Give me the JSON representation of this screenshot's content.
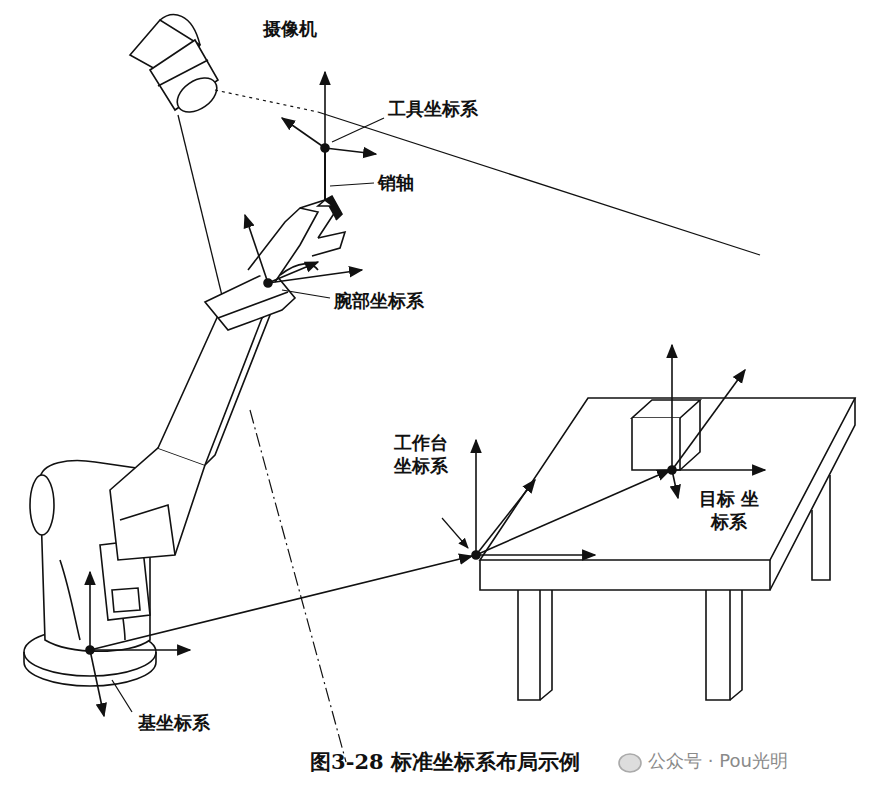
{
  "diagram": {
    "caption": "图3-28 标准坐标系布局示例",
    "labels": [
      "摄像机",
      "工具坐标系",
      "销轴",
      "腕部坐标系",
      "工作台 坐标系",
      "目标 坐标系",
      "基坐标系",
      "公众号 · Pou光明"
    ]
  }
}
